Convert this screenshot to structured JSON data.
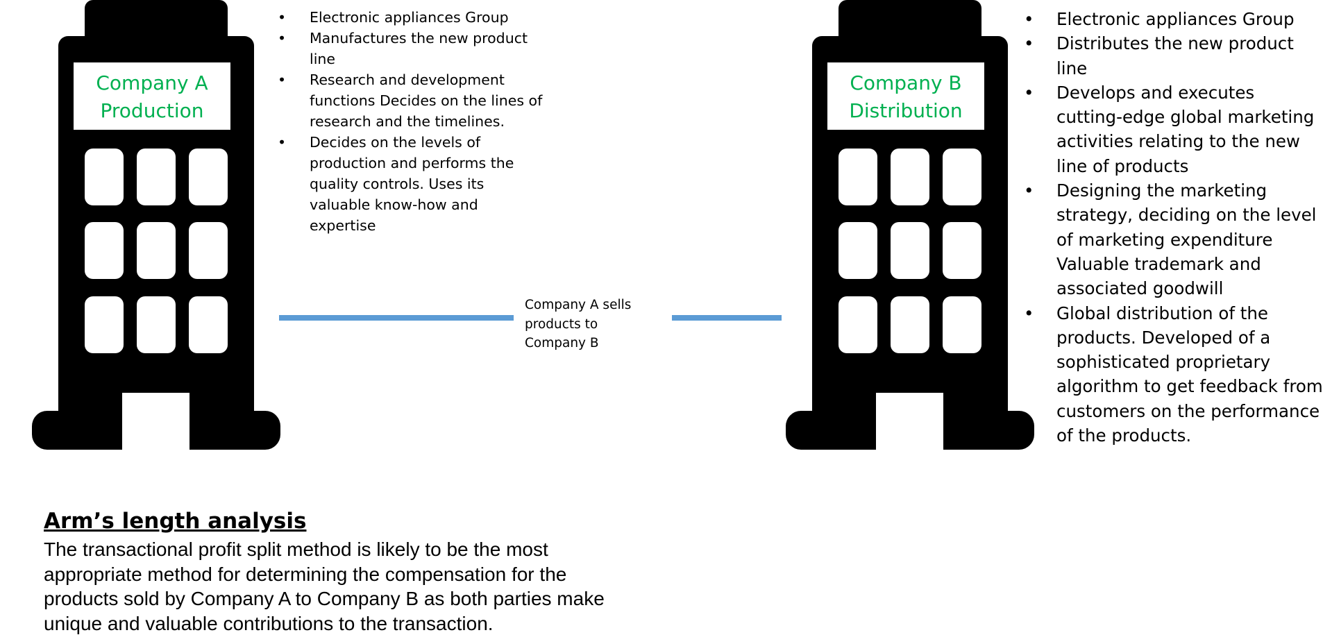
{
  "colors": {
    "company_label": "#00B050",
    "connector": "#5B9BD5",
    "building": "#000000"
  },
  "company_a": {
    "label_line1": "Company A",
    "label_line2": "Production",
    "bullets": [
      "Electronic appliances Group",
      "Manufactures the new product line",
      "Research and development functions Decides on the lines of research and the timelines.",
      "Decides on the levels of production and performs the quality controls. Uses its valuable know-how and expertise"
    ]
  },
  "company_b": {
    "label_line1": "Company B",
    "label_line2": "Distribution",
    "bullets": [
      "Electronic appliances Group",
      "Distributes the new product line",
      "Develops and executes cutting-edge global marketing activities relating to the new line of products",
      "Designing the marketing strategy, deciding on the level of marketing expenditure Valuable trademark and associated goodwill",
      "Global distribution of the products. Developed  of a sophisticated proprietary algorithm to get feedback from customers on the performance of the products."
    ]
  },
  "connector": {
    "label": "Company A sells products to Company B"
  },
  "analysis": {
    "heading": "Arm’s length analysis",
    "body": "The transactional profit split method is likely to be the most appropriate method for determining the compensation for the products sold by Company A to Company B as both parties make unique and valuable contributions to the transaction."
  }
}
